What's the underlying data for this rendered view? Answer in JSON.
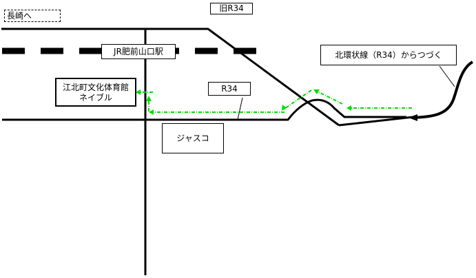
{
  "labels": {
    "to_nagasaki": "長崎へ",
    "old_route": "旧R34",
    "station": "JR肥前山口駅",
    "north_ring": "北環状線（R34）からつづく",
    "hall_line1": "江北町文化体育館",
    "hall_line2": "ネイブル",
    "route": "R34",
    "store": "ジャスコ"
  },
  "colors": {
    "road": "#000000",
    "guide_route": "#00dd00",
    "background": "#ffffff"
  },
  "legend_styles": {
    "railway": "dashed thick black",
    "guide": "green dash-dot arrows"
  }
}
